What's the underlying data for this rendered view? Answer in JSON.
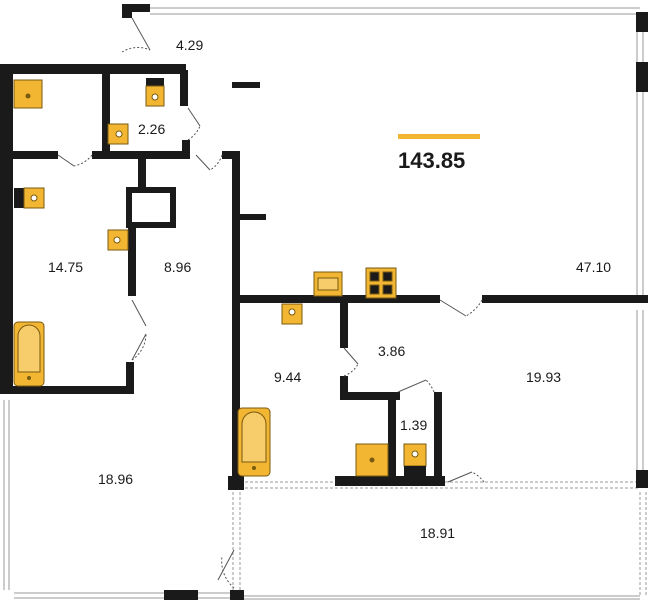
{
  "plan": {
    "total_area": "143.85",
    "rooms": [
      {
        "id": "corridor-top",
        "area": "4.29"
      },
      {
        "id": "wc",
        "area": "2.26"
      },
      {
        "id": "living",
        "area": "47.10"
      },
      {
        "id": "bathroom-left",
        "area": "14.75"
      },
      {
        "id": "hall",
        "area": "8.96"
      },
      {
        "id": "bathroom-middle",
        "area": "9.44"
      },
      {
        "id": "dressing",
        "area": "3.86"
      },
      {
        "id": "bedroom-right",
        "area": "19.93"
      },
      {
        "id": "shower-wc",
        "area": "1.39"
      },
      {
        "id": "bedroom-left",
        "area": "18.96"
      },
      {
        "id": "loggia",
        "area": "18.91"
      }
    ]
  },
  "colors": {
    "wall": "#1a1a1a",
    "fixture_fill": "#f2b632",
    "fixture_stroke": "#7a5a10",
    "window": "#9a9a9a",
    "accent_bar": "#f2b632"
  }
}
